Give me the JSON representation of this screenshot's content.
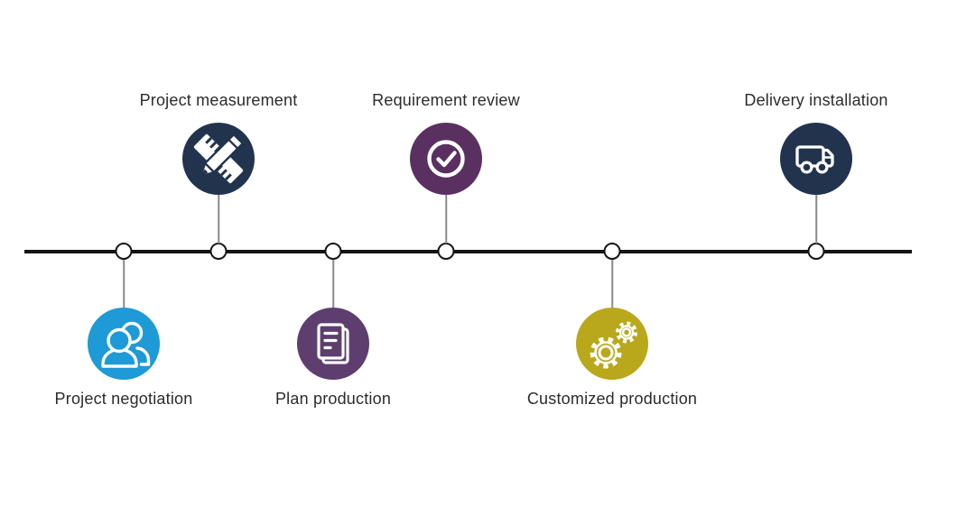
{
  "timeline": {
    "background": "#ffffff",
    "line_color": "#141414",
    "connector_color": "#8a8a8a",
    "node_fill": "#ffffff",
    "node_border": "#161616",
    "label_color": "#2c2c2c",
    "steps": [
      {
        "label": "Project negotiation",
        "icon": "people-icon",
        "color": "#1e9ad6",
        "side": "below"
      },
      {
        "label": "Project measurement",
        "icon": "ruler-pencil-icon",
        "color": "#22334e",
        "side": "above"
      },
      {
        "label": "Plan production",
        "icon": "document-icon",
        "color": "#5e3e6e",
        "side": "below"
      },
      {
        "label": "Requirement review",
        "icon": "check-circle-icon",
        "color": "#5a3061",
        "side": "above"
      },
      {
        "label": "Customized production",
        "icon": "gears-icon",
        "color": "#b9a81b",
        "side": "below"
      },
      {
        "label": "Delivery installation",
        "icon": "truck-icon",
        "color": "#22334e",
        "side": "above"
      }
    ]
  }
}
